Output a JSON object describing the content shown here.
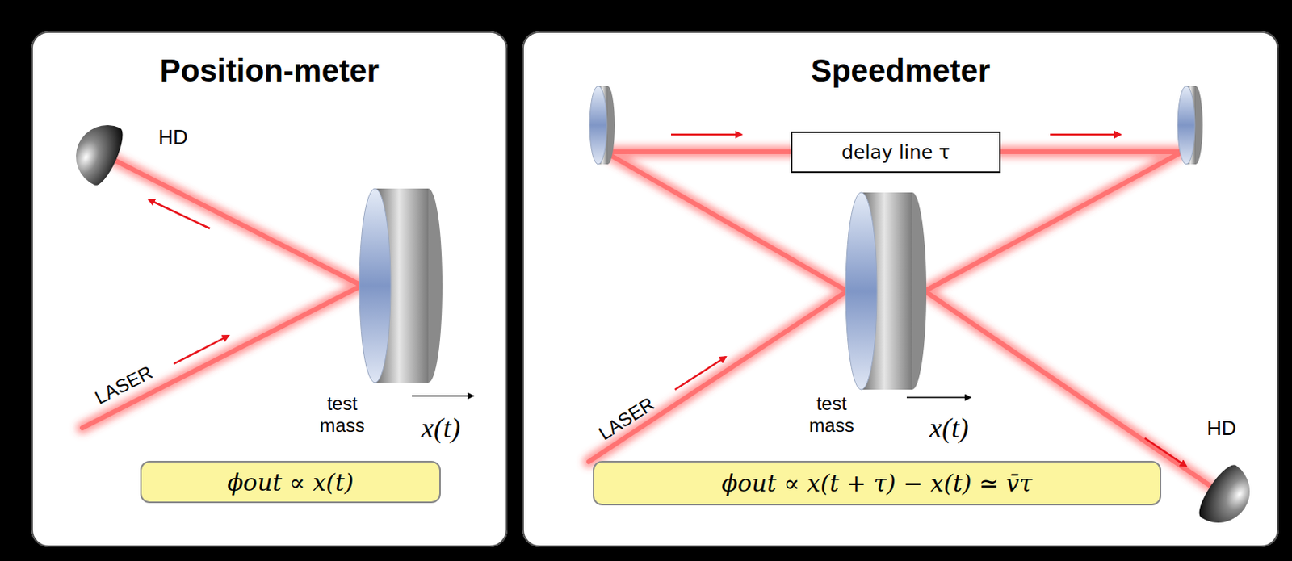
{
  "diagram": {
    "nodes": [
      {
        "text": [
          "Position-meter"
        ]
      },
      {
        "text": [
          "ϕout ∝ x(t)"
        ],
        "in": 0
      },
      {
        "text": [
          "Speedmeter"
        ]
      },
      {
        "text": [
          "delay line τ"
        ],
        "in": 2
      },
      {
        "text": [
          "ϕout ∝ x(t + τ) − x(t) ≃ v̄τ"
        ],
        "in": 2
      }
    ],
    "labels": [
      "HD",
      "LASER",
      "test mass",
      "x(t)",
      "LASER",
      "test mass",
      "x(t)",
      "HD"
    ]
  }
}
